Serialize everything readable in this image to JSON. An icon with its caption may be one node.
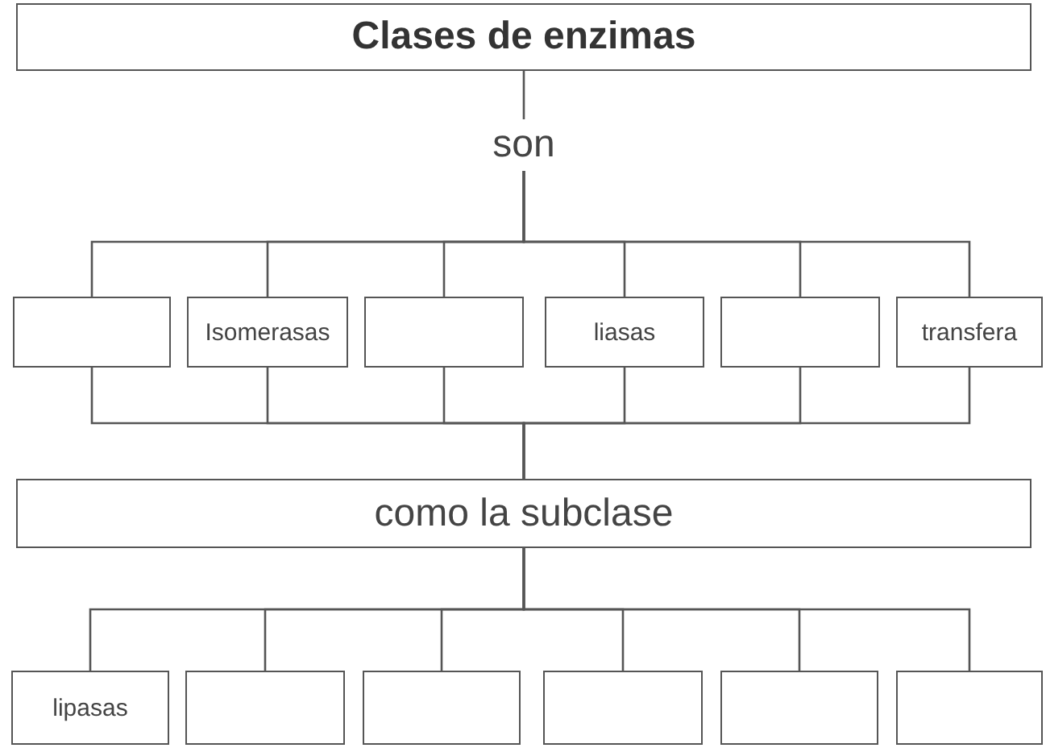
{
  "diagram": {
    "nodes": [
      {
        "text": [
          "Clases de enzimas"
        ]
      },
      {
        "text": [
          "son"
        ]
      },
      {
        "text": [],
        "shape": "box"
      },
      {
        "text": [
          "Isomerasas"
        ]
      },
      {
        "text": [],
        "shape": "box"
      },
      {
        "text": [
          "liasas"
        ]
      },
      {
        "text": [],
        "shape": "box"
      },
      {
        "text": [
          "transfera"
        ]
      },
      {
        "text": [
          "como la subclase"
        ]
      },
      {
        "text": [
          "lipasas"
        ]
      },
      {
        "text": [],
        "shape": "box"
      },
      {
        "text": [],
        "shape": "box"
      },
      {
        "text": [],
        "shape": "box"
      },
      {
        "text": [],
        "shape": "box"
      },
      {
        "text": [],
        "shape": "box"
      }
    ],
    "edges": [
      {
        "from": 0,
        "to": 1,
        "arrow": "none"
      },
      {
        "from": 1,
        "to": 2,
        "arrow": "none"
      },
      {
        "from": 1,
        "to": 3,
        "arrow": "none"
      },
      {
        "from": 1,
        "to": 4,
        "arrow": "none"
      },
      {
        "from": 1,
        "to": 5,
        "arrow": "none"
      },
      {
        "from": 1,
        "to": 6,
        "arrow": "none"
      },
      {
        "from": 1,
        "to": 7,
        "arrow": "none"
      },
      {
        "from": 2,
        "to": 8,
        "arrow": "none"
      },
      {
        "from": 3,
        "to": 8,
        "arrow": "none"
      },
      {
        "from": 4,
        "to": 8,
        "arrow": "none"
      },
      {
        "from": 5,
        "to": 8,
        "arrow": "none"
      },
      {
        "from": 6,
        "to": 8,
        "arrow": "none"
      },
      {
        "from": 7,
        "to": 8,
        "arrow": "none"
      },
      {
        "from": 8,
        "to": 9,
        "arrow": "none"
      },
      {
        "from": 8,
        "to": 10,
        "arrow": "none"
      },
      {
        "from": 8,
        "to": 11,
        "arrow": "none"
      },
      {
        "from": 8,
        "to": 12,
        "arrow": "none"
      },
      {
        "from": 8,
        "to": 13,
        "arrow": "none"
      },
      {
        "from": 8,
        "to": 14,
        "arrow": "none"
      }
    ]
  }
}
